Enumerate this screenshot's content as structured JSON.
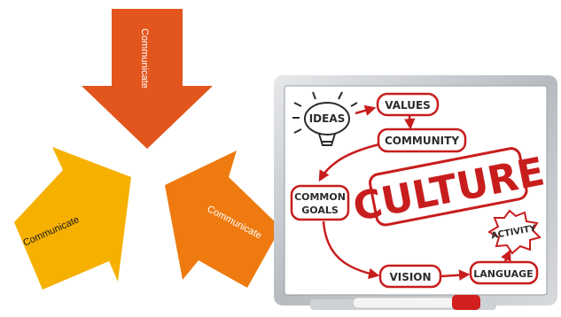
{
  "arrows": {
    "top": {
      "label": "Communicate",
      "color": "#e2551c"
    },
    "left": {
      "label": "Communicate",
      "color": "#f6b000"
    },
    "right": {
      "label": "Communicate",
      "color": "#ee7a10"
    }
  },
  "whiteboard": {
    "center": "CULTURE",
    "nodes": {
      "ideas": "IDEAS",
      "values": "VALUES",
      "community": "COMMUNITY",
      "common_goals_line1": "COMMON",
      "common_goals_line2": "GOALS",
      "activity": "ACTIVITY",
      "vision": "VISION",
      "language": "LANGUAGE"
    },
    "ink_red": "#c81d1d",
    "ink_black": "#2b2b2b",
    "frame": "#b9bdc2"
  }
}
